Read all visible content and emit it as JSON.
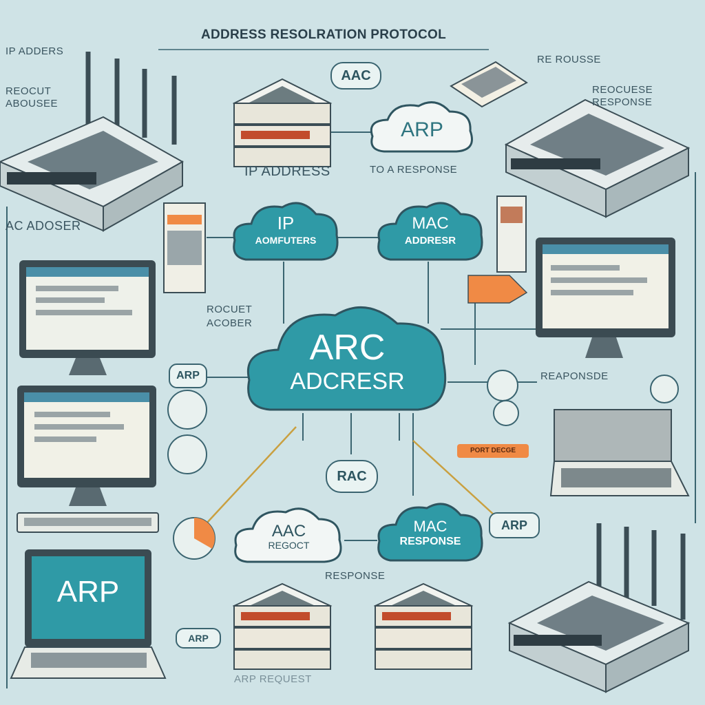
{
  "title": "ADDRESS RESOLRATION PROTOCOL",
  "clouds": {
    "top_arp": "ARP",
    "ip_line1": "IP",
    "ip_line2": "AOMFUTERS",
    "mac_line1": "MAC",
    "mac_line2": "ADDRESR",
    "center_line1": "ARC",
    "center_line2": "ADCRESR",
    "bottom_left_line1": "AAC",
    "bottom_left_line2": "REGOCT",
    "bottom_right_line1": "MAC",
    "bottom_right_line2": "RESPONSE"
  },
  "pills": {
    "aac_top": "AAC",
    "arp_left": "ARP",
    "rac_mid": "RAC",
    "arp_right": "ARP",
    "arp_bottom": "ARP"
  },
  "labels": {
    "ip_address": "IP   ADDRESS",
    "to_response": "TO A RESPONSE",
    "ip_adders": "IP ADDERS",
    "reocut_abousee": "REOCUT ABOUSEE",
    "ac_adoser": "AC ADOSER",
    "rocuet_acober": "ROCUET ACOBER",
    "re_rousse": "RE ROUSSE",
    "recouese_response": "REOCUESE RESPONSE",
    "reaponsde": "REAPONSDE",
    "response_bottom": "RESPONSE",
    "arp_request": "ARP REQUEST",
    "orange_tag": "PORT DECGE"
  },
  "screens": {
    "laptop_big": "ARP"
  },
  "colors": {
    "background": "#cfe3e6",
    "cloud_teal": "#2f9aa6",
    "cloud_white": "#f2f6f5",
    "accent_orange": "#f08a45",
    "line": "#3a6470"
  }
}
